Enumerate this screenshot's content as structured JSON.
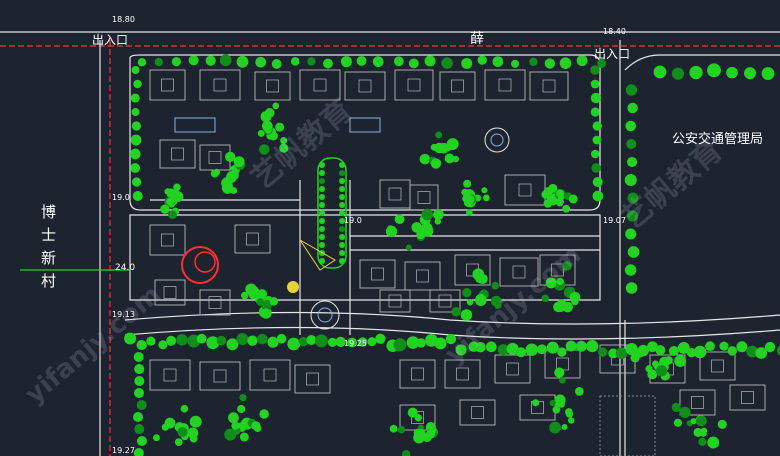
{
  "labels": {
    "street_top": "薛",
    "entrance_left": "出入口",
    "entrance_right": "出入口",
    "police_bureau": "公安交通管理局",
    "village": "博士新村",
    "road_width": "24.0"
  },
  "elevations": [
    "18.80",
    "18.40",
    "19.0",
    "19.0",
    "19.07",
    "19.13",
    "19.25",
    "19.27"
  ],
  "watermark": {
    "text": "艺帆教育",
    "url": "yifanjy.com"
  },
  "colors": {
    "background": "#1e2330",
    "road_line": "#e6e6e6",
    "tree": "#22d322",
    "tree_dark": "#0f8f1a",
    "building": "#b8b8b8",
    "red_line": "#ff3030",
    "feature": "#7fb7e6",
    "accent_yellow": "#e8d23a"
  }
}
